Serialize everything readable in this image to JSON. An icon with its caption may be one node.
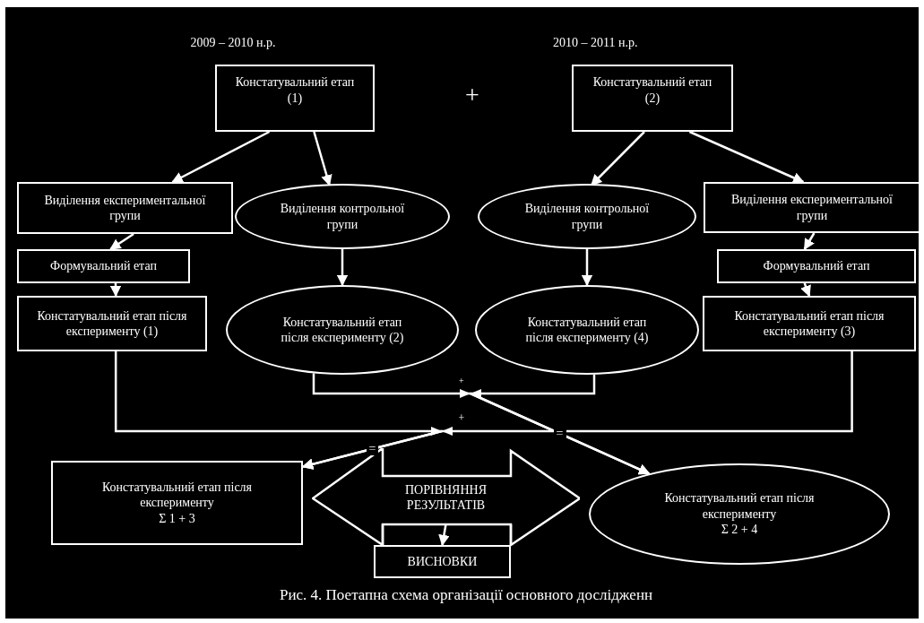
{
  "diagram": {
    "caption": "Рис. 4. Поетапна схема організації основного дослідженн",
    "nodes": [
      {
        "text": [
          "Констатувальний етап (1)"
        ]
      },
      {
        "text": [
          "Констатувальний етап (2)"
        ]
      },
      {
        "text": [
          "Виділення експериментальної групи"
        ]
      },
      {
        "text": [
          "Виділення контрольної групи"
        ]
      },
      {
        "text": [
          "Виділення контрольної групи"
        ]
      },
      {
        "text": [
          "Виділення експериментальної групи"
        ]
      },
      {
        "text": [
          "Формувальний етап"
        ]
      },
      {
        "text": [
          "Формувальний етап"
        ]
      },
      {
        "text": [
          "Констатувальний етап після експерименту (1)"
        ]
      },
      {
        "text": [
          "Констатувальний етап після експерименту (2)"
        ]
      },
      {
        "text": [
          "Констатувальний етап після експерименту (4)"
        ]
      },
      {
        "text": [
          "Констатувальний етап після експерименту (3)"
        ]
      },
      {
        "text": [
          "Констатувальний етап після експерименту",
          "Σ 1 + 3"
        ]
      },
      {
        "text": [
          "ПОРІВНЯННЯ РЕЗУЛЬТАТІВ"
        ]
      },
      {
        "text": [
          "Констатувальний етап після експерименту",
          "Σ 2 + 4"
        ]
      },
      {
        "text": [
          "ВИСНОВКИ"
        ]
      }
    ],
    "edges": [
      {
        "from": 0,
        "to": 2,
        "arrow": "to"
      },
      {
        "from": 0,
        "to": 3,
        "arrow": "to"
      },
      {
        "from": 1,
        "to": 4,
        "arrow": "to"
      },
      {
        "from": 1,
        "to": 5,
        "arrow": "to"
      },
      {
        "from": 2,
        "to": 6,
        "arrow": "to"
      },
      {
        "from": 6,
        "to": 8,
        "arrow": "to"
      },
      {
        "from": 3,
        "to": 9,
        "arrow": "to"
      },
      {
        "from": 5,
        "to": 7,
        "arrow": "to"
      },
      {
        "from": 7,
        "to": 11,
        "arrow": "to"
      },
      {
        "from": 4,
        "to": 10,
        "arrow": "to"
      },
      {
        "from": 8,
        "to": 12,
        "arrow": "to",
        "label": "="
      },
      {
        "from": 11,
        "to": 12,
        "arrow": "to"
      },
      {
        "from": 9,
        "to": 14,
        "arrow": "to",
        "label": "="
      },
      {
        "from": 10,
        "to": 14,
        "arrow": "to"
      },
      {
        "from": 13,
        "to": 15,
        "arrow": "to"
      }
    ],
    "labels": [
      "2009 – 2010 н.р.",
      "2010 – 2011 н.р.",
      "+",
      "+",
      "+"
    ]
  }
}
